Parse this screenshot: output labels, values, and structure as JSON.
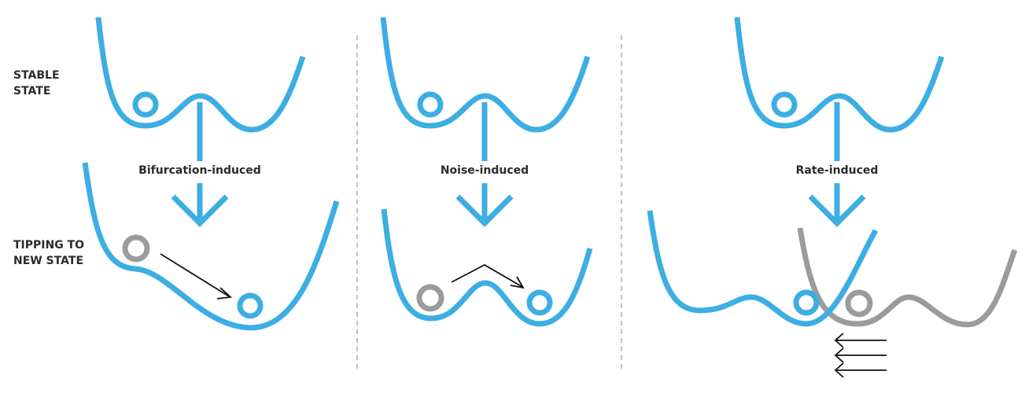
{
  "row_labels": {
    "stable": "STABLE\nSTATE",
    "tipping": "TIPPING TO\nNEW STATE"
  },
  "panels": [
    {
      "label": "Bifurcation-induced"
    },
    {
      "label": "Noise-induced"
    },
    {
      "label": "Rate-induced"
    }
  ],
  "colors": {
    "landscape": "#3daee3",
    "old_state": "#9b9b9d",
    "arrow": "#111111",
    "divider": "#9a9a9a",
    "text": "#2b2b2b"
  }
}
